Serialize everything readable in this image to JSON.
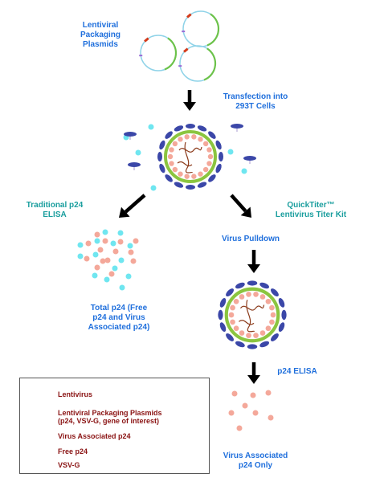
{
  "labels": {
    "packaging": [
      "Lentiviral",
      "Packaging",
      "Plasmids"
    ],
    "transfection": [
      "Transfection into",
      "293T Cells"
    ],
    "traditional": [
      "Traditional p24",
      "ELISA"
    ],
    "quicktiter": [
      "QuickTiter™",
      "Lentivirus Titer Kit"
    ],
    "pulldown": "Virus Pulldown",
    "total": [
      "Total p24 (Free",
      "p24 and Virus",
      "Associated p24)"
    ],
    "p24_elisa": "p24 ELISA",
    "associated_only": [
      "Virus Associated",
      "p24 Only"
    ]
  },
  "legend": {
    "lentivirus": "Lentivirus",
    "plasmids": [
      "Lentiviral Packaging Plasmids",
      "(p24, VSV-G, gene of interest)"
    ],
    "virus_associated": "Virus Associated p24",
    "free_p24": "Free p24",
    "vsvg": "VSV-G"
  },
  "colors": {
    "label_blue": "#1f6fdc",
    "label_teal": "#1a9e9e",
    "legend_text": "#8a1313",
    "envelope_green": "#8bc53f",
    "vsvg_blue": "#3b47a8",
    "p24_pink": "#f4a89a",
    "free_p24_cyan": "#6fe6f0",
    "rna_brown": "#8b3a1a",
    "plasmid_cyan": "#8fd3e8",
    "plasmid_green": "#6cc24a",
    "plasmid_red": "#d43a1a",
    "arrow": "#000000"
  }
}
